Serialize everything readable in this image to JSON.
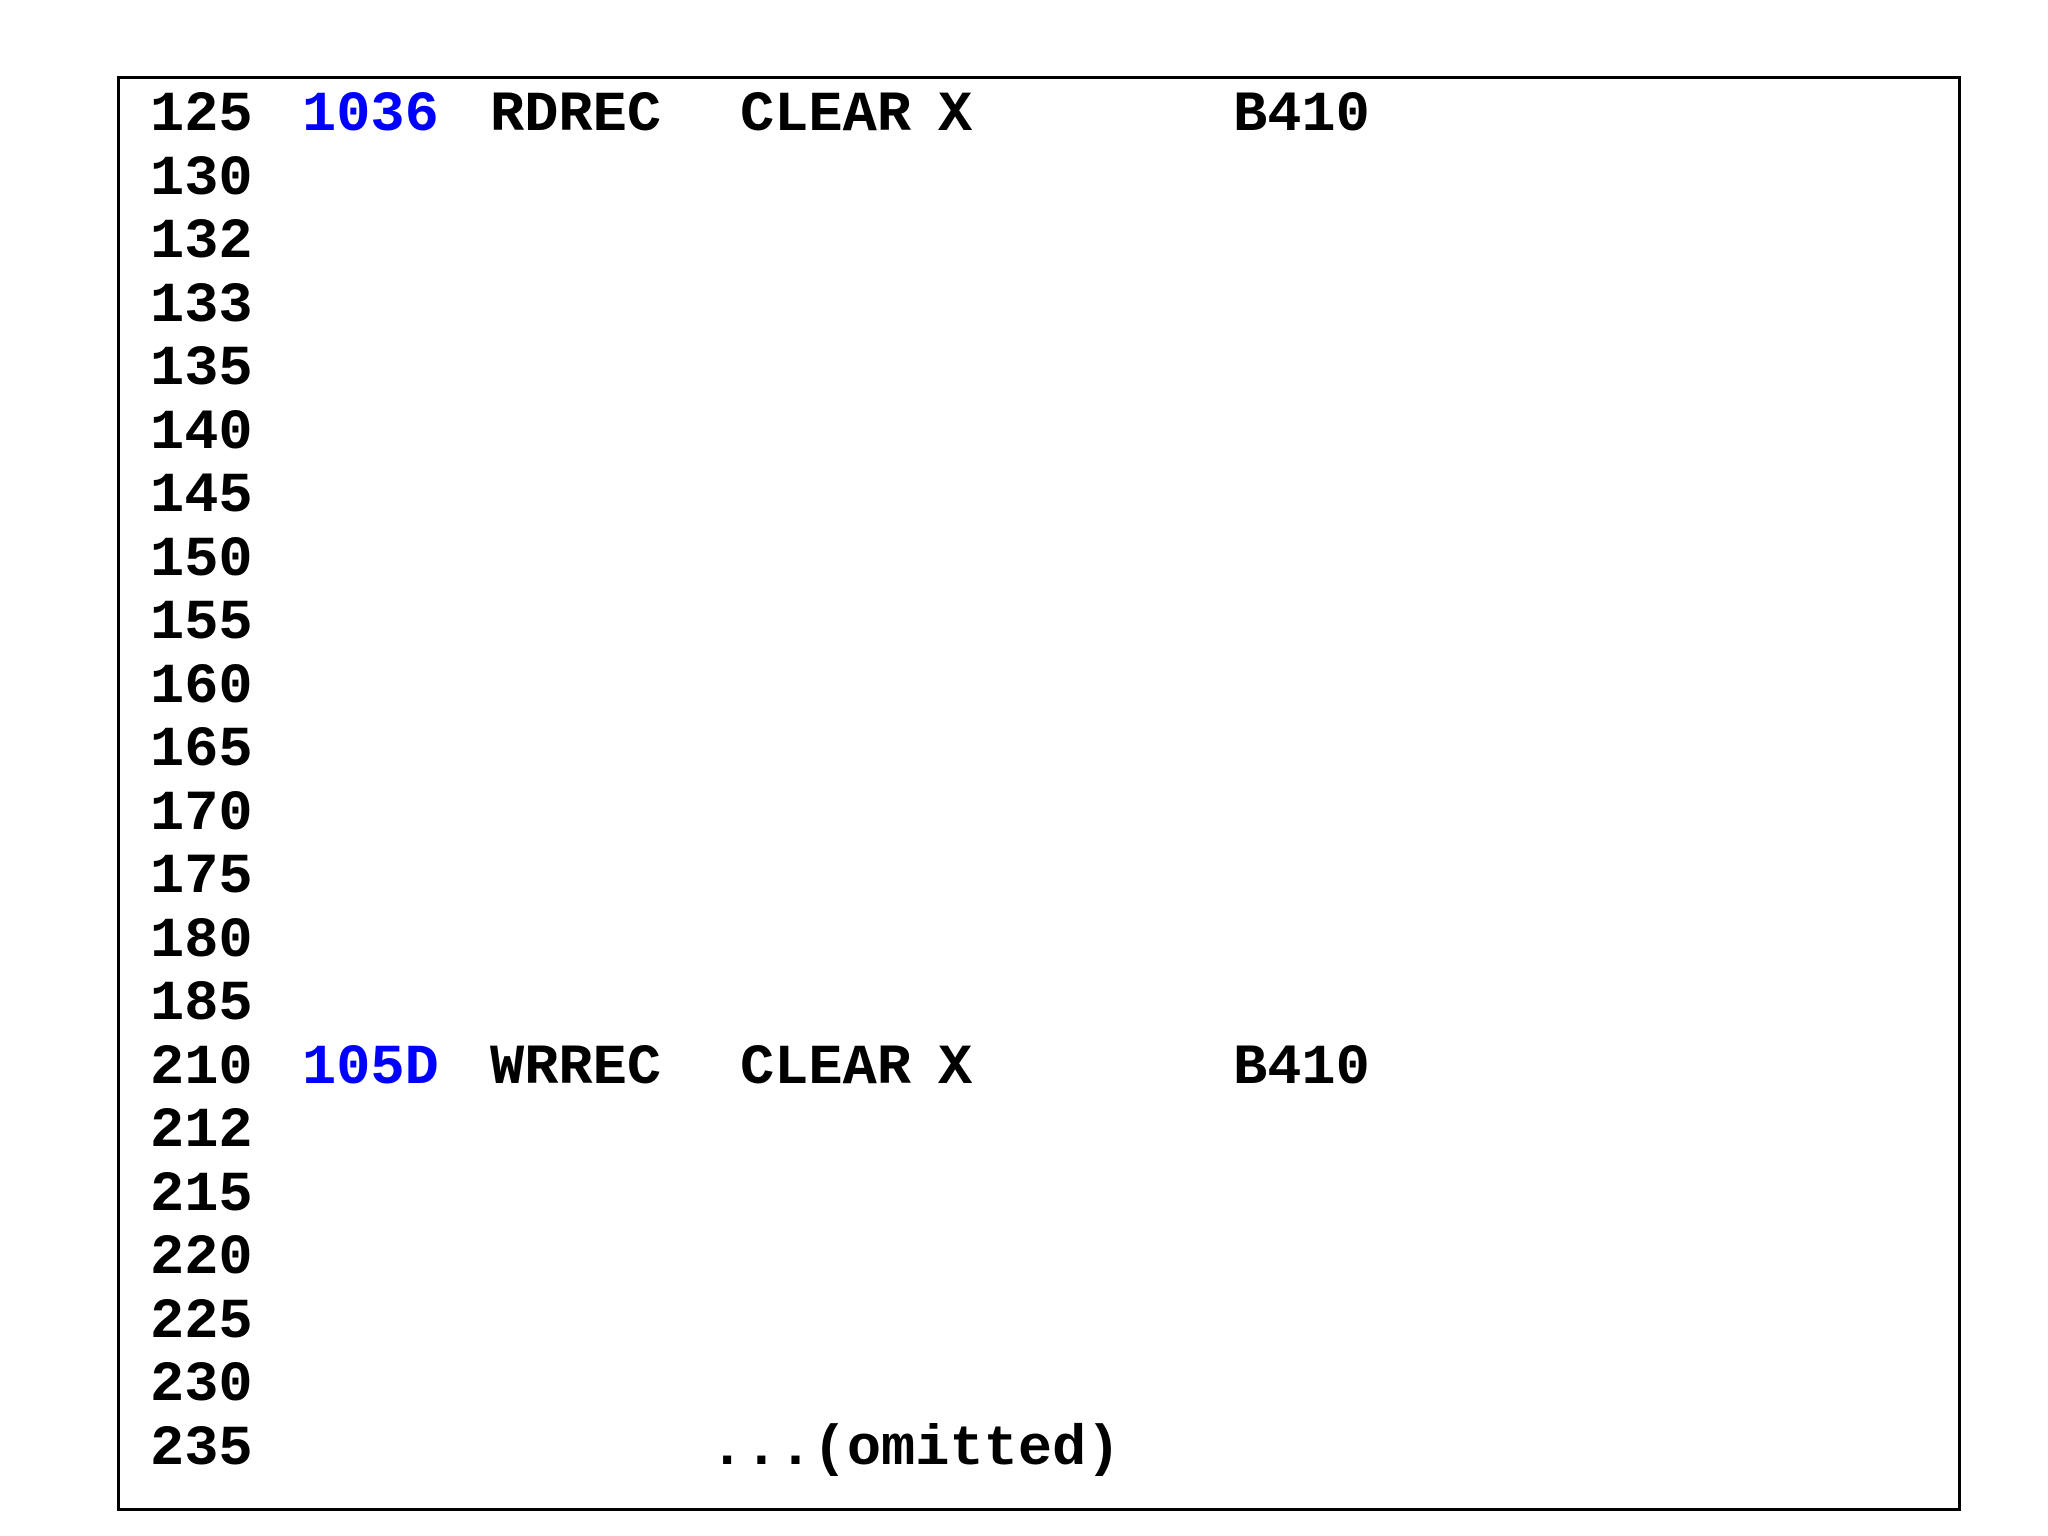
{
  "figure": {
    "type": "assembler-listing",
    "note_line_text": "...(omitted)"
  },
  "colors": {
    "text": "#000000",
    "border": "#000000",
    "address": "#0000ff",
    "background": "#ffffff"
  },
  "listing": {
    "columns": [
      "line",
      "address",
      "label",
      "opcode",
      "operand",
      "objcode"
    ],
    "rows": [
      {
        "line": "125",
        "address": "1036",
        "label": "RDREC",
        "opcode": "CLEAR",
        "operand": "X",
        "objcode": "B410"
      },
      {
        "line": "130"
      },
      {
        "line": "132"
      },
      {
        "line": "133"
      },
      {
        "line": "135"
      },
      {
        "line": "140"
      },
      {
        "line": "145"
      },
      {
        "line": "150"
      },
      {
        "line": "155"
      },
      {
        "line": "160"
      },
      {
        "line": "165"
      },
      {
        "line": "170"
      },
      {
        "line": "175"
      },
      {
        "line": "180"
      },
      {
        "line": "185"
      },
      {
        "line": "210",
        "address": "105D",
        "label": "WRREC",
        "opcode": "CLEAR",
        "operand": "X",
        "objcode": "B410"
      },
      {
        "line": "212"
      },
      {
        "line": "215"
      },
      {
        "line": "220"
      },
      {
        "line": "225"
      },
      {
        "line": "230"
      },
      {
        "line": "235",
        "note": "...(omitted)"
      }
    ]
  }
}
